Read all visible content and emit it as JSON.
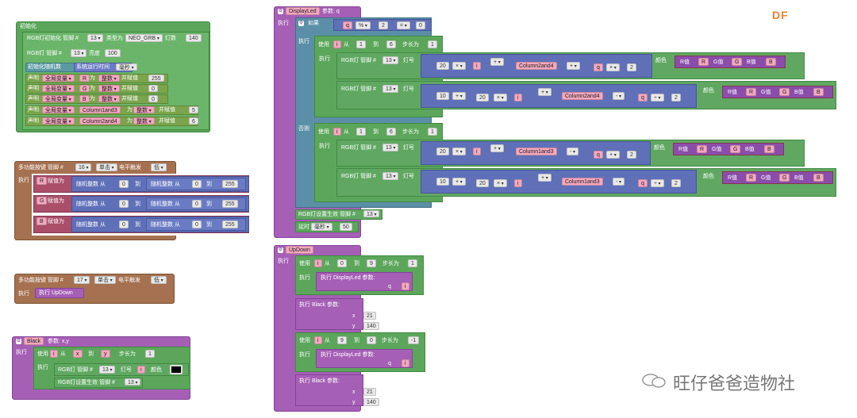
{
  "brand": {
    "logo": "DF",
    "watermark": "旺仔爸爸造物社"
  },
  "init": {
    "header": "初始化",
    "l1": "RGB灯初始化 管脚 #",
    "l1_pin": "13",
    "l1_type_lbl": "类型为",
    "l1_type": "NEO_GRB",
    "l1_cnt_lbl": "灯数",
    "l1_cnt": "140",
    "l2": "RGB灯 管脚 #",
    "l2_pin": "13",
    "l2_b": "亮度",
    "l2_v": "100",
    "l3": "初始化随机数",
    "l3_b": "系统运行时间",
    "l3_unit": "毫秒",
    "d1": "声明",
    "scope": "全局变量",
    "as": "为",
    "type_int": "整数",
    "assign": "并赋值",
    "v1": "R",
    "v1v": "255",
    "v2": "G",
    "v2v": "0",
    "v3": "B",
    "v3v": "0",
    "v4": "Column1and3",
    "v4v": "5",
    "v5": "Column2and4",
    "v5v": "6"
  },
  "btn1": {
    "header": "多功能按键 管脚 #",
    "pin": "16",
    "mode": "单击",
    "trig": "电平触发",
    "level": "低",
    "exec": "执行",
    "r": "R",
    "g": "G",
    "b": "B",
    "assignv": "赋值为",
    "rand": "随机整数 从",
    "to": "到",
    "n0": "0",
    "n255": "255"
  },
  "btn2": {
    "header": "多功能按键 管脚 #",
    "pin": "17",
    "mode": "单击",
    "trig": "电平触发",
    "level": "低",
    "exec": "执行",
    "call": "执行 UpDown"
  },
  "black": {
    "header": "Black",
    "params": "参数: x,y",
    "exec": "执行",
    "loop": "使用",
    "var": "i",
    "from": "从",
    "x": "x",
    "to": "到",
    "y": "y",
    "step": "步长为",
    "stepv": "1",
    "rgb": "RGB灯 管脚 #",
    "pin": "13",
    "lamp": "灯号",
    "i": "i",
    "color": "颜色",
    "apply": "RGB灯设置生效 管脚 #",
    "apply_pin": "13"
  },
  "display": {
    "header": "DisplayLed",
    "params": "参数: q",
    "exec": "执行",
    "if": "如果",
    "q": "q",
    "mod": "%",
    "two": "2",
    "eq": "=",
    "zero": "0",
    "do": "执行",
    "else": "否则",
    "loop": "使用",
    "i": "i",
    "from": "从",
    "n1": "1",
    "to": "到",
    "n6": "6",
    "step": "步长为",
    "s1": "1",
    "rgb": "RGB灯 管脚 #",
    "pin": "13",
    "lamp": "灯号",
    "n20": "20",
    "n10": "10",
    "times": "×",
    "plus": "+",
    "minus": "-",
    "div": "÷",
    "c24": "Column2and4",
    "c13": "Column1and3",
    "color": "颜色",
    "rv": "R值",
    "gv": "G值",
    "bv": "B值",
    "R": "R",
    "G": "G",
    "B": "B",
    "apply": "RGB灯设置生效 管脚 #",
    "apply_pin": "13",
    "delay": "延时",
    "ms": "毫秒",
    "delay_v": "50"
  },
  "updown": {
    "header": "UpDown",
    "exec": "执行",
    "loop": "使用",
    "i": "i",
    "from": "从",
    "to": "到",
    "step": "步长为",
    "a_from": "0",
    "a_to": "9",
    "a_step": "1",
    "b_from": "9",
    "b_to": "0",
    "b_step": "-1",
    "call_d": "执行 DisplayLed 参数:",
    "q": "q",
    "call_b": "执行 Black 参数:",
    "x": "x",
    "y": "y",
    "xv": "21",
    "yv": "140"
  }
}
